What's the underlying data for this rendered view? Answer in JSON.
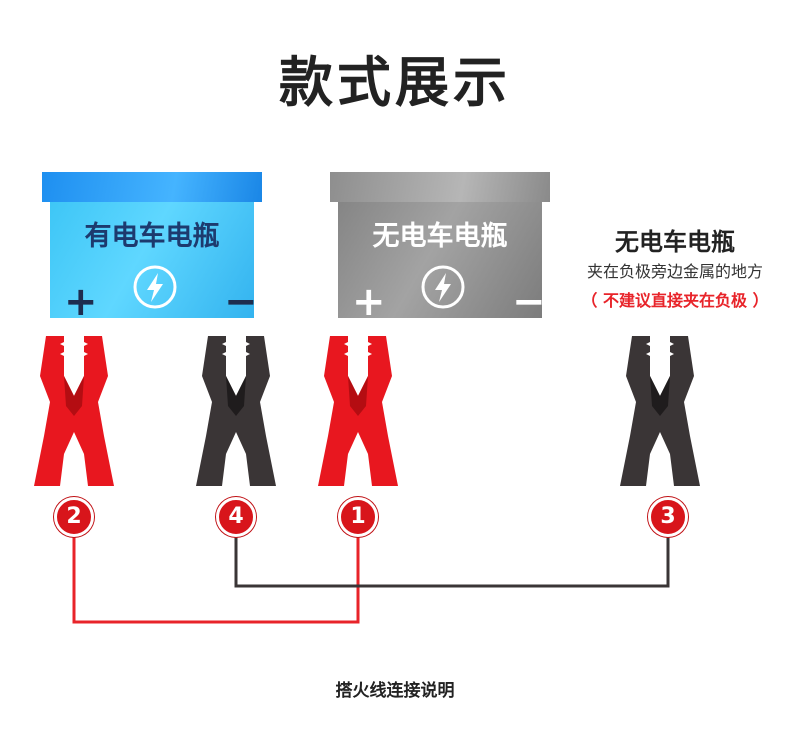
{
  "title": "款式展示",
  "battery_with_power": {
    "name": "有电车电瓶",
    "plus": "+",
    "minus": "−",
    "icon": "lightning-bolt-icon"
  },
  "battery_without_power": {
    "name": "无电车电瓶",
    "plus": "+",
    "minus": "−",
    "icon": "lightning-bolt-icon"
  },
  "right_panel": {
    "title": "无电车电瓶",
    "subtitle": "夹在负极旁边金属的地方",
    "warning": "（ 不建议直接夹在负极 ）"
  },
  "badges": [
    "2",
    "4",
    "1",
    "3"
  ],
  "caption": "搭火线连接说明",
  "colors": {
    "red": "#e8171f",
    "black": "#3a3536",
    "blue": "#3ec6f6",
    "gray": "#8e8e8e",
    "badge": "#d8151b"
  }
}
